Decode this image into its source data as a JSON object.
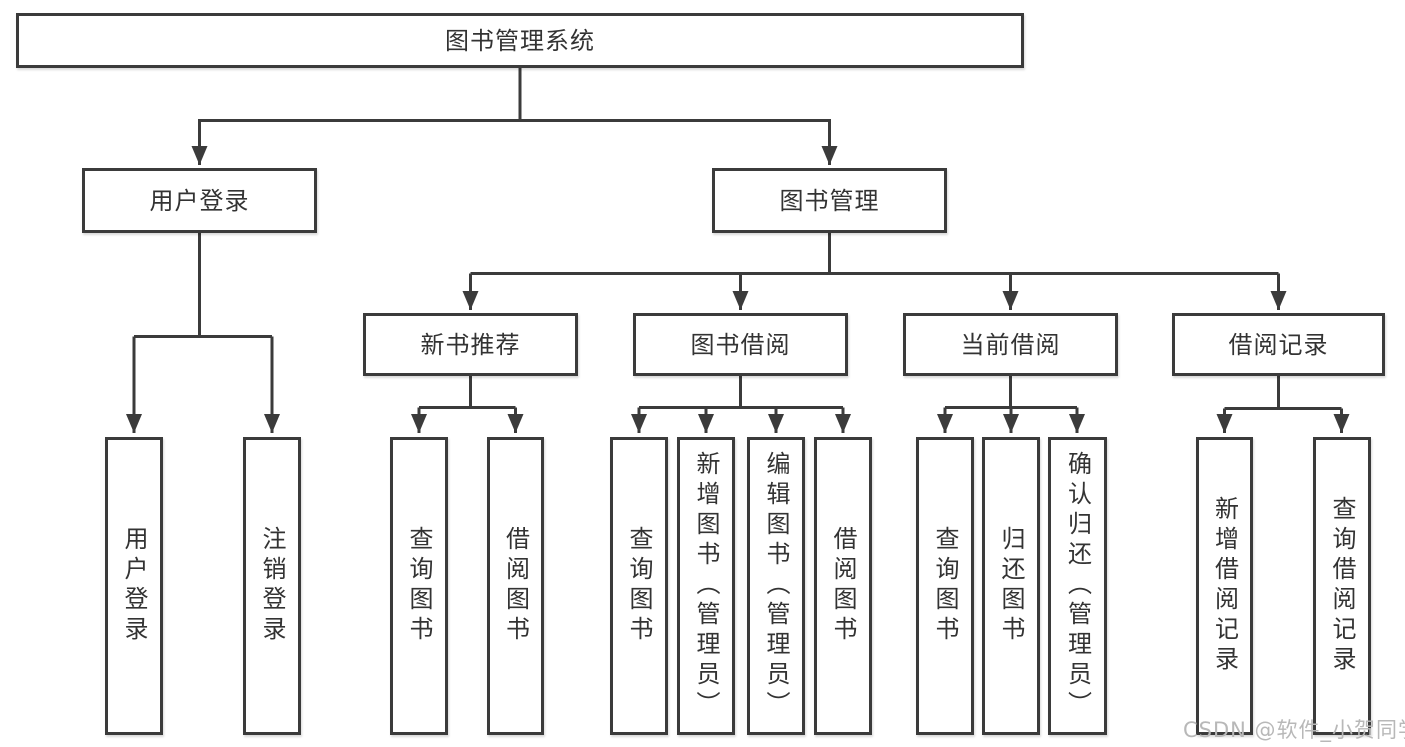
{
  "diagram": {
    "nodes": {
      "root": "图书管理系统",
      "user_login": "用户登录",
      "book_management": "图书管理"
    },
    "user_login_children": [
      "用户登录",
      "注销登录"
    ],
    "level3": [
      "新书推荐",
      "图书借阅",
      "当前借阅",
      "借阅记录"
    ],
    "new_book_children": [
      "查询图书",
      "借阅图书"
    ],
    "book_borrow_children": [
      "查询图书",
      "新增图书（管理员）",
      "编辑图书（管理员）",
      "借阅图书"
    ],
    "current_borrow_children": [
      "查询图书",
      "归还图书",
      "确认归还（管理员）"
    ],
    "borrow_record_children": [
      "新增借阅记录",
      "查询借阅记录"
    ],
    "watermark": "CSDN @软件_小贺同学",
    "colors": {
      "stroke": "#3b3b3b",
      "text": "#333333",
      "watermark": "#b8b8b8",
      "background": "#ffffff"
    }
  }
}
